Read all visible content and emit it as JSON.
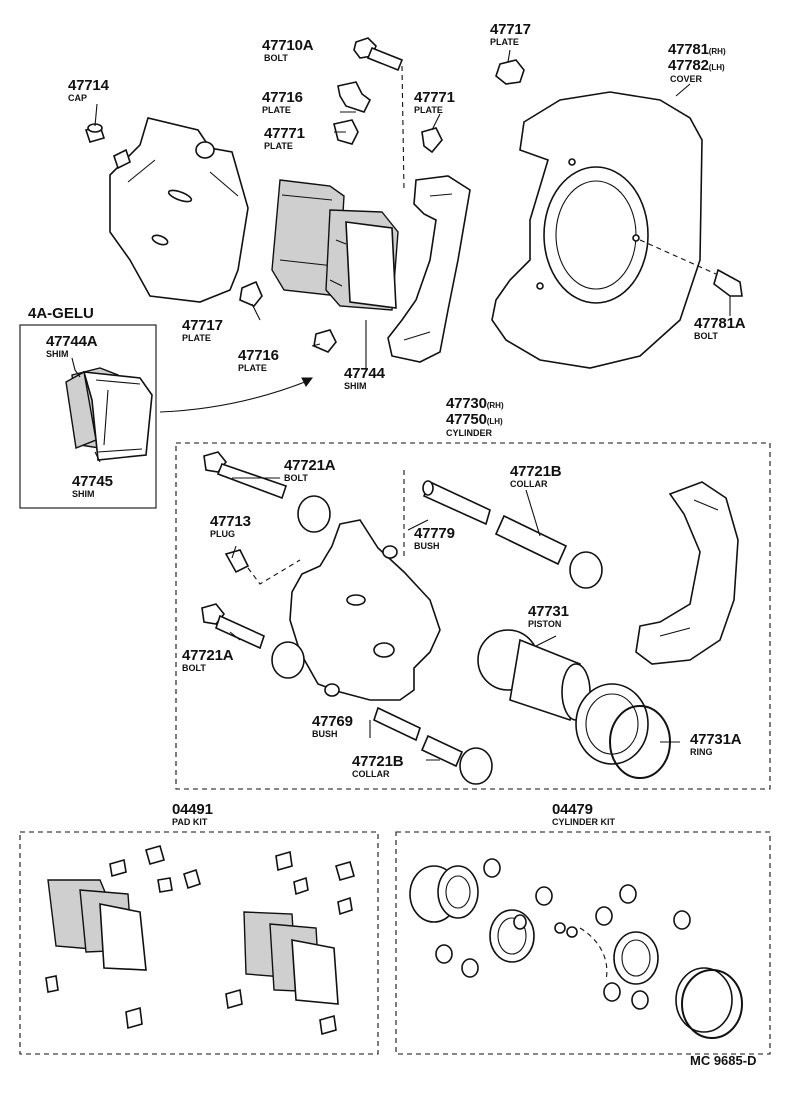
{
  "parts": [
    {
      "id": "47710A",
      "sub": "BOLT"
    },
    {
      "id": "47717",
      "sub": "PLATE"
    },
    {
      "id": "47781",
      "suffix": "(RH)"
    },
    {
      "id": "47782",
      "suffix": "(LH)",
      "sub": "COVER"
    },
    {
      "id": "47714",
      "sub": "CAP"
    },
    {
      "id": "47716",
      "sub": "PLATE"
    },
    {
      "id": "47771",
      "sub": "PLATE"
    },
    {
      "id": "47771",
      "sub": "PLATE"
    },
    {
      "id": "47717",
      "sub": "PLATE"
    },
    {
      "id": "47716",
      "sub": "PLATE"
    },
    {
      "id": "47744",
      "sub": "SHIM"
    },
    {
      "id": "47781A",
      "sub": "BOLT"
    },
    {
      "id": "47744A",
      "sub": "SHIM"
    },
    {
      "id": "47745",
      "sub": "SHIM"
    },
    {
      "id": "47730",
      "suffix": "(RH)"
    },
    {
      "id": "47750",
      "suffix": "(LH)",
      "sub": "CYLINDER"
    },
    {
      "id": "47721A",
      "sub": "BOLT"
    },
    {
      "id": "47721B",
      "sub": "COLLAR"
    },
    {
      "id": "47713",
      "sub": "PLUG"
    },
    {
      "id": "47779",
      "sub": "BUSH"
    },
    {
      "id": "47731",
      "sub": "PISTON"
    },
    {
      "id": "47721A",
      "sub": "BOLT"
    },
    {
      "id": "47769",
      "sub": "BUSH"
    },
    {
      "id": "47731A",
      "sub": "RING"
    },
    {
      "id": "47721B",
      "sub": "COLLAR"
    },
    {
      "id": "04491",
      "sub": "PAD KIT"
    },
    {
      "id": "04479",
      "sub": "CYLINDER KIT"
    }
  ],
  "inset_title": "4A-GELU",
  "footer_code": "MC 9685-D"
}
